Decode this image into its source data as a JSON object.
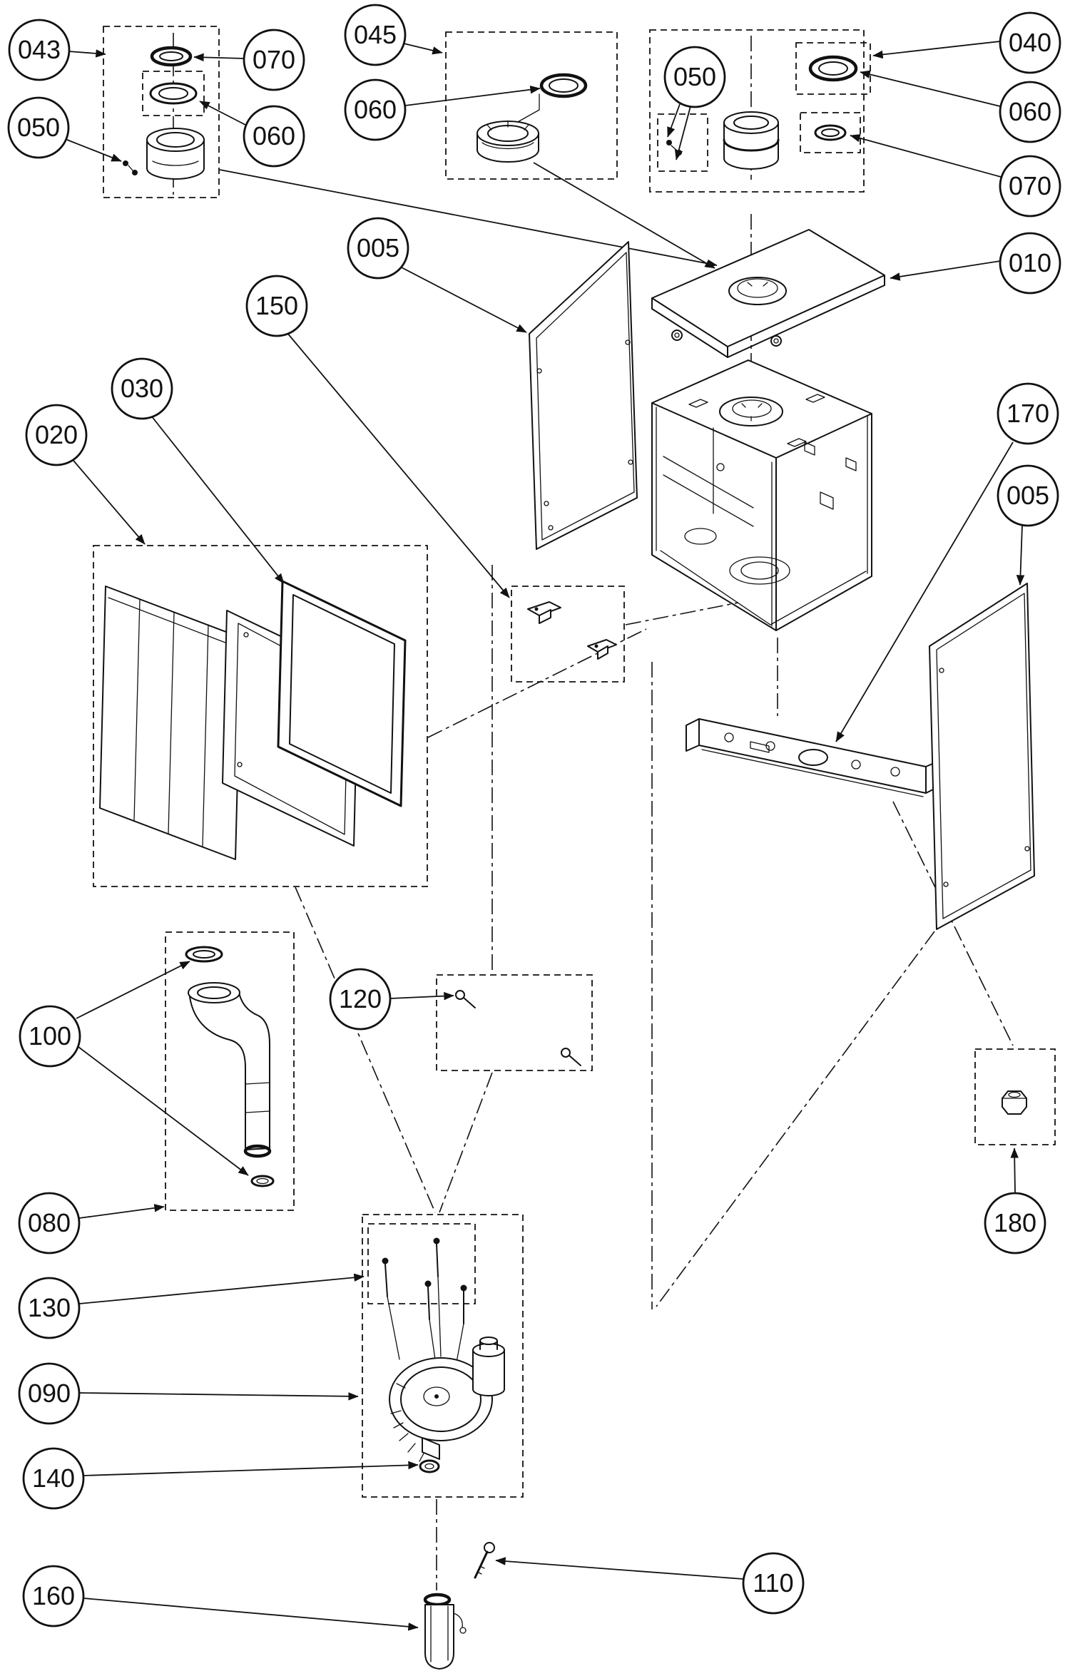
{
  "diagram": {
    "type": "exploded-parts-diagram",
    "background_color": "#ffffff",
    "line_color": "#111111",
    "callouts": [
      {
        "id": "043",
        "label": "043"
      },
      {
        "id": "070-top-left",
        "label": "070"
      },
      {
        "id": "050-top-left",
        "label": "050"
      },
      {
        "id": "060-top-left",
        "label": "060"
      },
      {
        "id": "045",
        "label": "045"
      },
      {
        "id": "060-top-mid",
        "label": "060"
      },
      {
        "id": "050-top-right",
        "label": "050"
      },
      {
        "id": "040",
        "label": "040"
      },
      {
        "id": "060-top-right",
        "label": "060"
      },
      {
        "id": "070-top-right",
        "label": "070"
      },
      {
        "id": "005-left-panel",
        "label": "005"
      },
      {
        "id": "010",
        "label": "010"
      },
      {
        "id": "150",
        "label": "150"
      },
      {
        "id": "030",
        "label": "030"
      },
      {
        "id": "020",
        "label": "020"
      },
      {
        "id": "170",
        "label": "170"
      },
      {
        "id": "005-right-panel",
        "label": "005"
      },
      {
        "id": "100",
        "label": "100"
      },
      {
        "id": "120",
        "label": "120"
      },
      {
        "id": "080",
        "label": "080"
      },
      {
        "id": "180",
        "label": "180"
      },
      {
        "id": "130",
        "label": "130"
      },
      {
        "id": "090",
        "label": "090"
      },
      {
        "id": "140",
        "label": "140"
      },
      {
        "id": "160",
        "label": "160"
      },
      {
        "id": "110",
        "label": "110"
      }
    ]
  }
}
